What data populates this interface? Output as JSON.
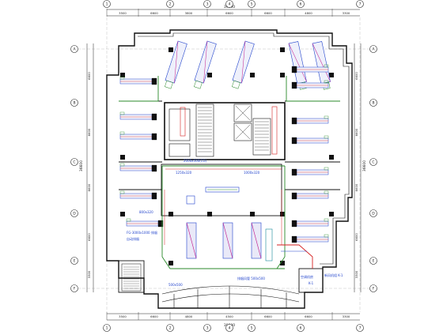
{
  "drawing": {
    "top_total_dim": "39600",
    "bottom_total_dim": "39600",
    "left_total_dim": "36600",
    "right_total_dim": "36600",
    "top_dims": [
      "3500",
      "6600",
      "3800",
      "6600",
      "6600",
      "4800",
      "3300"
    ],
    "bottom_dims": [
      "3500",
      "6600",
      "4800",
      "4500",
      "6600",
      "6600",
      "3300"
    ],
    "left_dims": [
      "6600",
      "6600",
      "6600",
      "6600",
      "3300"
    ],
    "right_dims": [
      "6600",
      "6600",
      "6600",
      "6600",
      "3300"
    ],
    "col_axes": [
      "1",
      "2",
      "3",
      "4",
      "5",
      "6",
      "7"
    ],
    "row_axes": [
      "A",
      "B",
      "C",
      "D",
      "E",
      "F"
    ],
    "duct_labels": {
      "mid_left": "1250x320",
      "mid_right": "1000x320",
      "lower_left": "800x320",
      "bottom": "500x500",
      "core_bottom": "2000x500(CG)"
    },
    "left_note_1": "FG-3000x1000 排烟",
    "left_note_2": "自动排烟",
    "bottom_note": "排烟风管 500x500",
    "right_box_label": "空调机房",
    "right_box_sub": "K-1",
    "bottom_right_note": "新风机组 K-1"
  },
  "colors": {
    "line": "#1a1a1a",
    "wall": "#111111",
    "red": "#d62222",
    "magenta": "#c2188c",
    "green": "#2b8a2b",
    "blue": "#2244cc",
    "cyan": "#118899"
  }
}
